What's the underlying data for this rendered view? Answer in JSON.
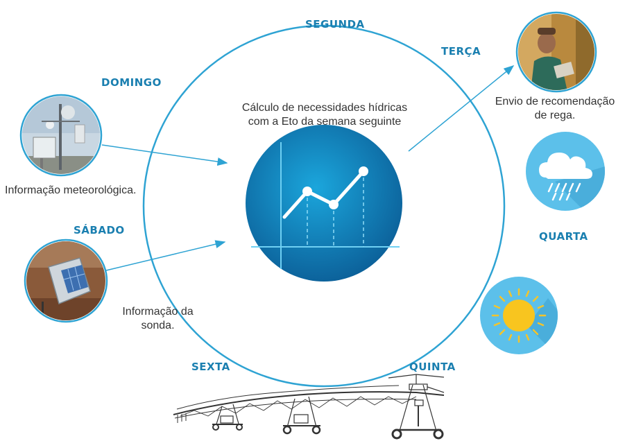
{
  "days": {
    "segunda": "SEGUNDA",
    "terca": "TERÇA",
    "quarta": "QUARTA",
    "quinta": "QUINTA",
    "sexta": "SEXTA",
    "sabado": "SÁBADO",
    "domingo": "DOMINGO"
  },
  "center": {
    "line1": "Cálculo de necessidades hídricas",
    "line2": "com a Eto da semana seguinte"
  },
  "recommendation": {
    "line1": "Envio de recomendação",
    "line2": "de rega."
  },
  "meteo_info": "Informação meteorológica.",
  "probe_info": {
    "line1": "Informação da",
    "line2": "sonda."
  },
  "icons": [
    "weather-station-photo",
    "soil-probe-photo",
    "farmer-photo",
    "rain-cloud-icon",
    "sun-icon",
    "irrigation-pivot-illustration",
    "line-chart-icon"
  ],
  "colors": {
    "accent": "#1a7fb0",
    "circle": "#2ea3d3",
    "badge": "#5cc0ea"
  }
}
